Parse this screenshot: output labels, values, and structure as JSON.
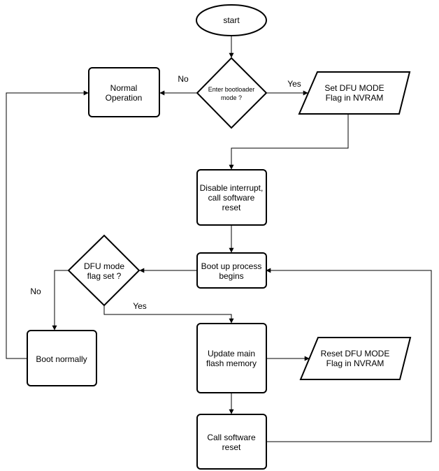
{
  "nodes": {
    "start": "start",
    "decision_bootloader": [
      "Enter bootloader",
      "mode ?"
    ],
    "normal_operation": [
      "Normal",
      "Operation"
    ],
    "set_dfu": [
      "Set DFU MODE",
      "Flag in NVRAM"
    ],
    "disable_interrupt": [
      "Disable interrupt,",
      "call software",
      "reset"
    ],
    "boot_up": [
      "Boot up process",
      "begins"
    ],
    "decision_dfu": [
      "DFU mode",
      "flag set ?"
    ],
    "boot_normally": "Boot normally",
    "update_flash": [
      "Update main",
      "flash memory"
    ],
    "reset_dfu": [
      "Reset DFU MODE",
      "Flag in NVRAM"
    ],
    "call_reset": [
      "Call software",
      "reset"
    ]
  },
  "edge_labels": {
    "no_top": "No",
    "yes_top": "Yes",
    "no_left": "No",
    "yes_bottom": "Yes"
  }
}
